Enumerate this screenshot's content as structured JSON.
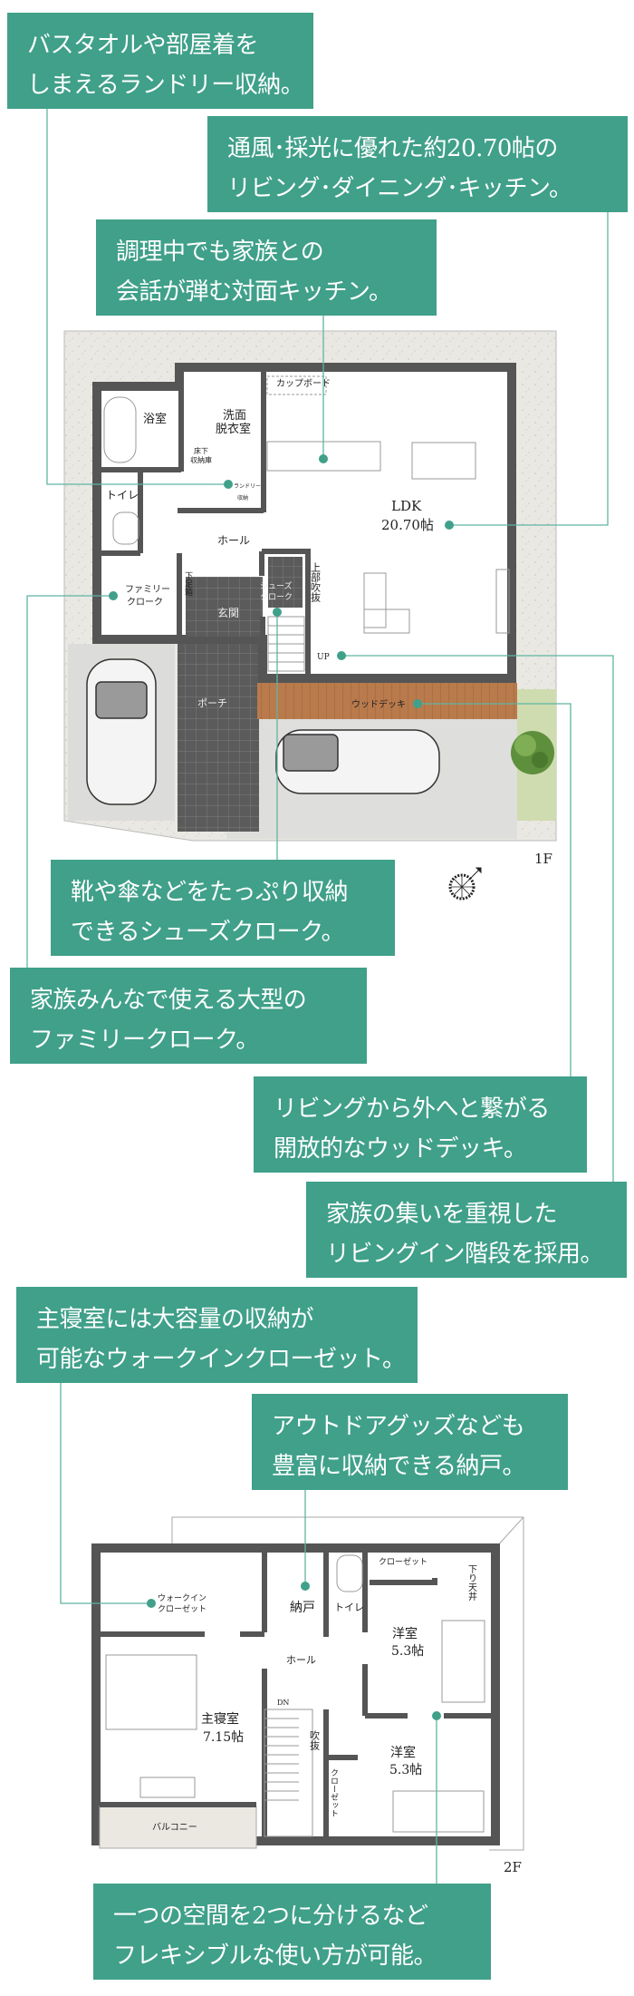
{
  "colors": {
    "accent": "#40a08a",
    "connector": "#5fb5a2",
    "wall": "#555555",
    "tile": "#5b5b5b",
    "deck": "#b97a4c",
    "garden": "#cfdcb0"
  },
  "callouts": [
    {
      "id": "laundry",
      "lines": [
        "バスタオルや部屋着を",
        "しまえるランドリー収納。"
      ]
    },
    {
      "id": "ldk",
      "lines": [
        "通風･採光に優れた約20.70帖の",
        "リビング･ダイニング･キッチン。"
      ]
    },
    {
      "id": "kitchen",
      "lines": [
        "調理中でも家族との",
        "会話が弾む対面キッチン。"
      ]
    },
    {
      "id": "shoes",
      "lines": [
        "靴や傘などをたっぷり収納",
        "できるシューズクローク。"
      ]
    },
    {
      "id": "family",
      "lines": [
        "家族みんなで使える大型の",
        "ファミリークローク。"
      ]
    },
    {
      "id": "deck",
      "lines": [
        "リビングから外へと繋がる",
        "開放的なウッドデッキ。"
      ]
    },
    {
      "id": "stairs",
      "lines": [
        "家族の集いを重視した",
        "リビングイン階段を採用。"
      ]
    },
    {
      "id": "wic",
      "lines": [
        "主寝室には大容量の収納が",
        "可能なウォークインクローゼット。"
      ]
    },
    {
      "id": "storage",
      "lines": [
        "アウトドアグッズなども",
        "豊富に収納できる納戸。"
      ]
    },
    {
      "id": "flex",
      "lines": [
        "一つの空間を2つに分けるなど",
        "フレキシブルな使い方が可能。"
      ]
    }
  ],
  "floor1": {
    "label": "1F",
    "rooms": {
      "bath": "浴室",
      "washroom_1": "洗面",
      "washroom_2": "脱衣室",
      "underfloor_1": "床下",
      "underfloor_2": "収納庫",
      "cupboard": "カップボード",
      "laundry_1": "ランドリー",
      "laundry_2": "収納",
      "toilet": "トイレ",
      "ldk_1": "LDK",
      "ldk_2": "20.70帖",
      "hall": "ホール",
      "shoebox": "下足箱",
      "family_1": "ファミリー",
      "family_2": "クローク",
      "shoes_1": "シューズ",
      "shoes_2": "クローク",
      "void": "上部吹抜",
      "entrance": "玄関",
      "up": "UP",
      "porch": "ポーチ",
      "deck": "ウッドデッキ"
    }
  },
  "floor2": {
    "label": "2F",
    "rooms": {
      "wic_1": "ウォークイン",
      "wic_2": "クローゼット",
      "storage": "納戸",
      "toilet": "トイレ",
      "closet_top": "クローゼット",
      "lowered_ceiling": "下り天井",
      "western1_1": "洋室",
      "western1_2": "5.3帖",
      "hall": "ホール",
      "dn": "DN",
      "master_1": "主寝室",
      "master_2": "7.15帖",
      "void": "吹抜",
      "closet_side": "クローゼット",
      "western2_1": "洋室",
      "western2_2": "5.3帖",
      "balcony": "バルコニー"
    }
  },
  "icons": {
    "compass": "compass-icon",
    "tree": "tree-icon",
    "car": "car-icon"
  }
}
